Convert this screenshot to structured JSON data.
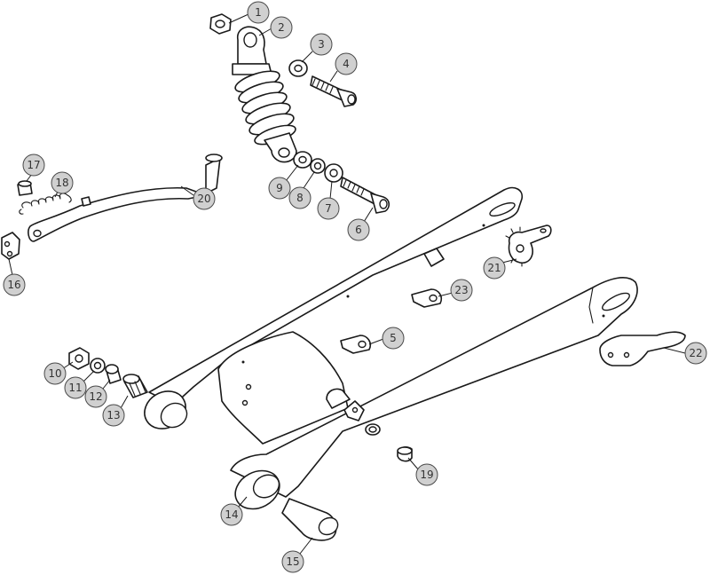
{
  "diagram": {
    "colors": {
      "line": "#1a1a1a",
      "callout_fill": "#d0d0d0",
      "callout_stroke": "#4a4a4a",
      "callout_text": "#333333"
    },
    "callouts": [
      "1",
      "2",
      "3",
      "4",
      "5",
      "6",
      "7",
      "8",
      "9",
      "10",
      "11",
      "12",
      "13",
      "14",
      "15",
      "16",
      "17",
      "18",
      "19",
      "20",
      "21",
      "22",
      "23"
    ]
  }
}
